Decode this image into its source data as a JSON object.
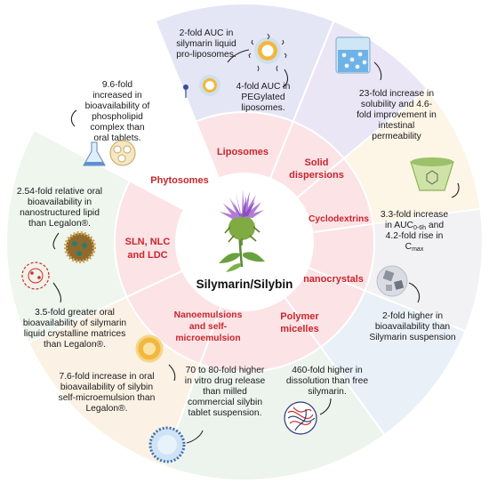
{
  "center": {
    "title": "Silymarin/Silybin",
    "icon": "milk-thistle-flower-icon"
  },
  "colors": {
    "ring_inner": "#fbe3e6",
    "ring_divider": "#ffffff",
    "technique_text": "#c8262b",
    "outer_sectors": [
      "#e4e6f6",
      "#eae6f6",
      "#fdf5e6",
      "#f2f2f5",
      "#eaf0f7",
      "#edf4ed",
      "#fbf1e4",
      "#eef6ee"
    ]
  },
  "techniques": {
    "liposomes": "Liposomes",
    "solid_dispersions": [
      "Solid",
      "dispersions"
    ],
    "cyclodextrins": "Cyclodextrins",
    "nanocrystals": "nanocrystals",
    "polymer_micelles": [
      "Polymer",
      "micelles"
    ],
    "nanoemulsions": [
      "Nanoemulsions",
      "and self-",
      "microemulsion"
    ],
    "sln": [
      "SLN, NLC",
      "and LDC"
    ],
    "phytosomes": "Phytosomes"
  },
  "findings": {
    "liposomes_a": [
      "2-fold AUC in",
      "silymarin liquid",
      "pro-liposomes."
    ],
    "liposomes_b": [
      "4-fold AUC in",
      "PEGylated",
      "liposomes."
    ],
    "solid_dispersions": [
      "23-fold increase in",
      "solubility and 4.6-",
      "fold improvement in",
      "intestinal",
      "permeability"
    ],
    "cyclodextrins": {
      "line1": "3.3-fold increase",
      "line2_pre": "in AUC",
      "line2_sub": "0-6h",
      "line2_post": " and",
      "line3": "4.2-fold rise in",
      "line4_pre": "C",
      "line4_sub": "max"
    },
    "nanocrystals": [
      "2-fold higher in",
      "bioavailability than",
      "Silymarin suspension"
    ],
    "polymer_micelles": [
      "460-fold higher in",
      "dissolution than free",
      "silymarin."
    ],
    "nanoemulsions_a": [
      "70 to 80-fold higher",
      "in vitro drug release",
      "than milled",
      "commercial silybin",
      "tablet suspension."
    ],
    "nanoemulsions_b": [
      "7.6-fold increase in oral",
      "bioavailability of silybin",
      "self-microemulsion than",
      "Legalon®."
    ],
    "sln_a": [
      "2.54-fold relative oral",
      "bioavailability in",
      "nanostructured lipid",
      "than Legalon®."
    ],
    "sln_b": [
      "3.5-fold greater oral",
      "bioavailability of silymarin",
      "liquid crystalline matrices",
      "than  Legalon®."
    ],
    "phytosomes": [
      "9.6-fold",
      "increased in",
      "bioavailability of",
      "phospholipid",
      "complex than",
      "oral tablets."
    ]
  },
  "icons": {
    "liposome": "liposome-icon",
    "pegylated_liposome": "pegylated-liposome-icon",
    "pro_liposome": "pro-liposome-icon",
    "solid_dispersion": "solid-dispersion-beaker-icon",
    "cyclodextrin": "cyclodextrin-cone-icon",
    "nanocrystal": "nanocrystal-particle-icon",
    "micelle": "polymer-micelle-icon",
    "microemulsion": "microemulsion-droplet-icon",
    "self_microemulsion": "self-microemulsion-icon",
    "nlc": "nanostructured-lipid-carrier-icon",
    "lcm": "liquid-crystalline-matrix-icon",
    "phytosome": "phytosome-flask-icon"
  }
}
